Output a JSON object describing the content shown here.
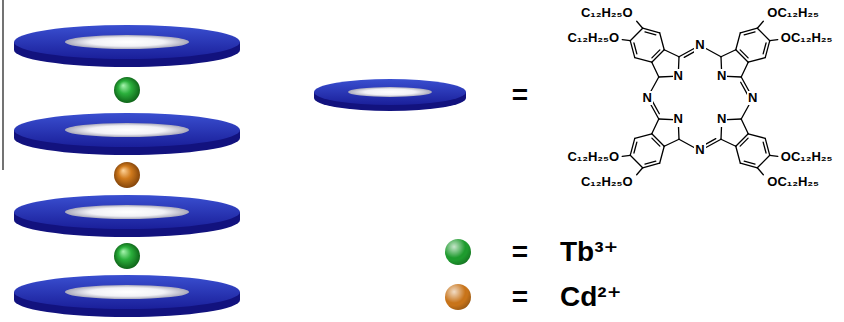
{
  "diagram": {
    "labels": [
      "=",
      "C₁₂H₂₅O",
      "OC₁₂H₂₅",
      "C₁₂H₂₅O",
      "OC₁₂H₂₅",
      "N",
      "N",
      "N",
      "N",
      "N",
      "N",
      "N",
      "N",
      "C₁₂H₂₅O",
      "OC₁₂H₂₅",
      "C₁₂H₂₅O",
      "OC₁₂H₂₅",
      "=",
      "="
    ],
    "legend": [
      {
        "text": "Tb³⁺",
        "color": "#1e9b2e"
      },
      {
        "text": "Cd²⁺",
        "color": "#c8741a"
      }
    ]
  }
}
